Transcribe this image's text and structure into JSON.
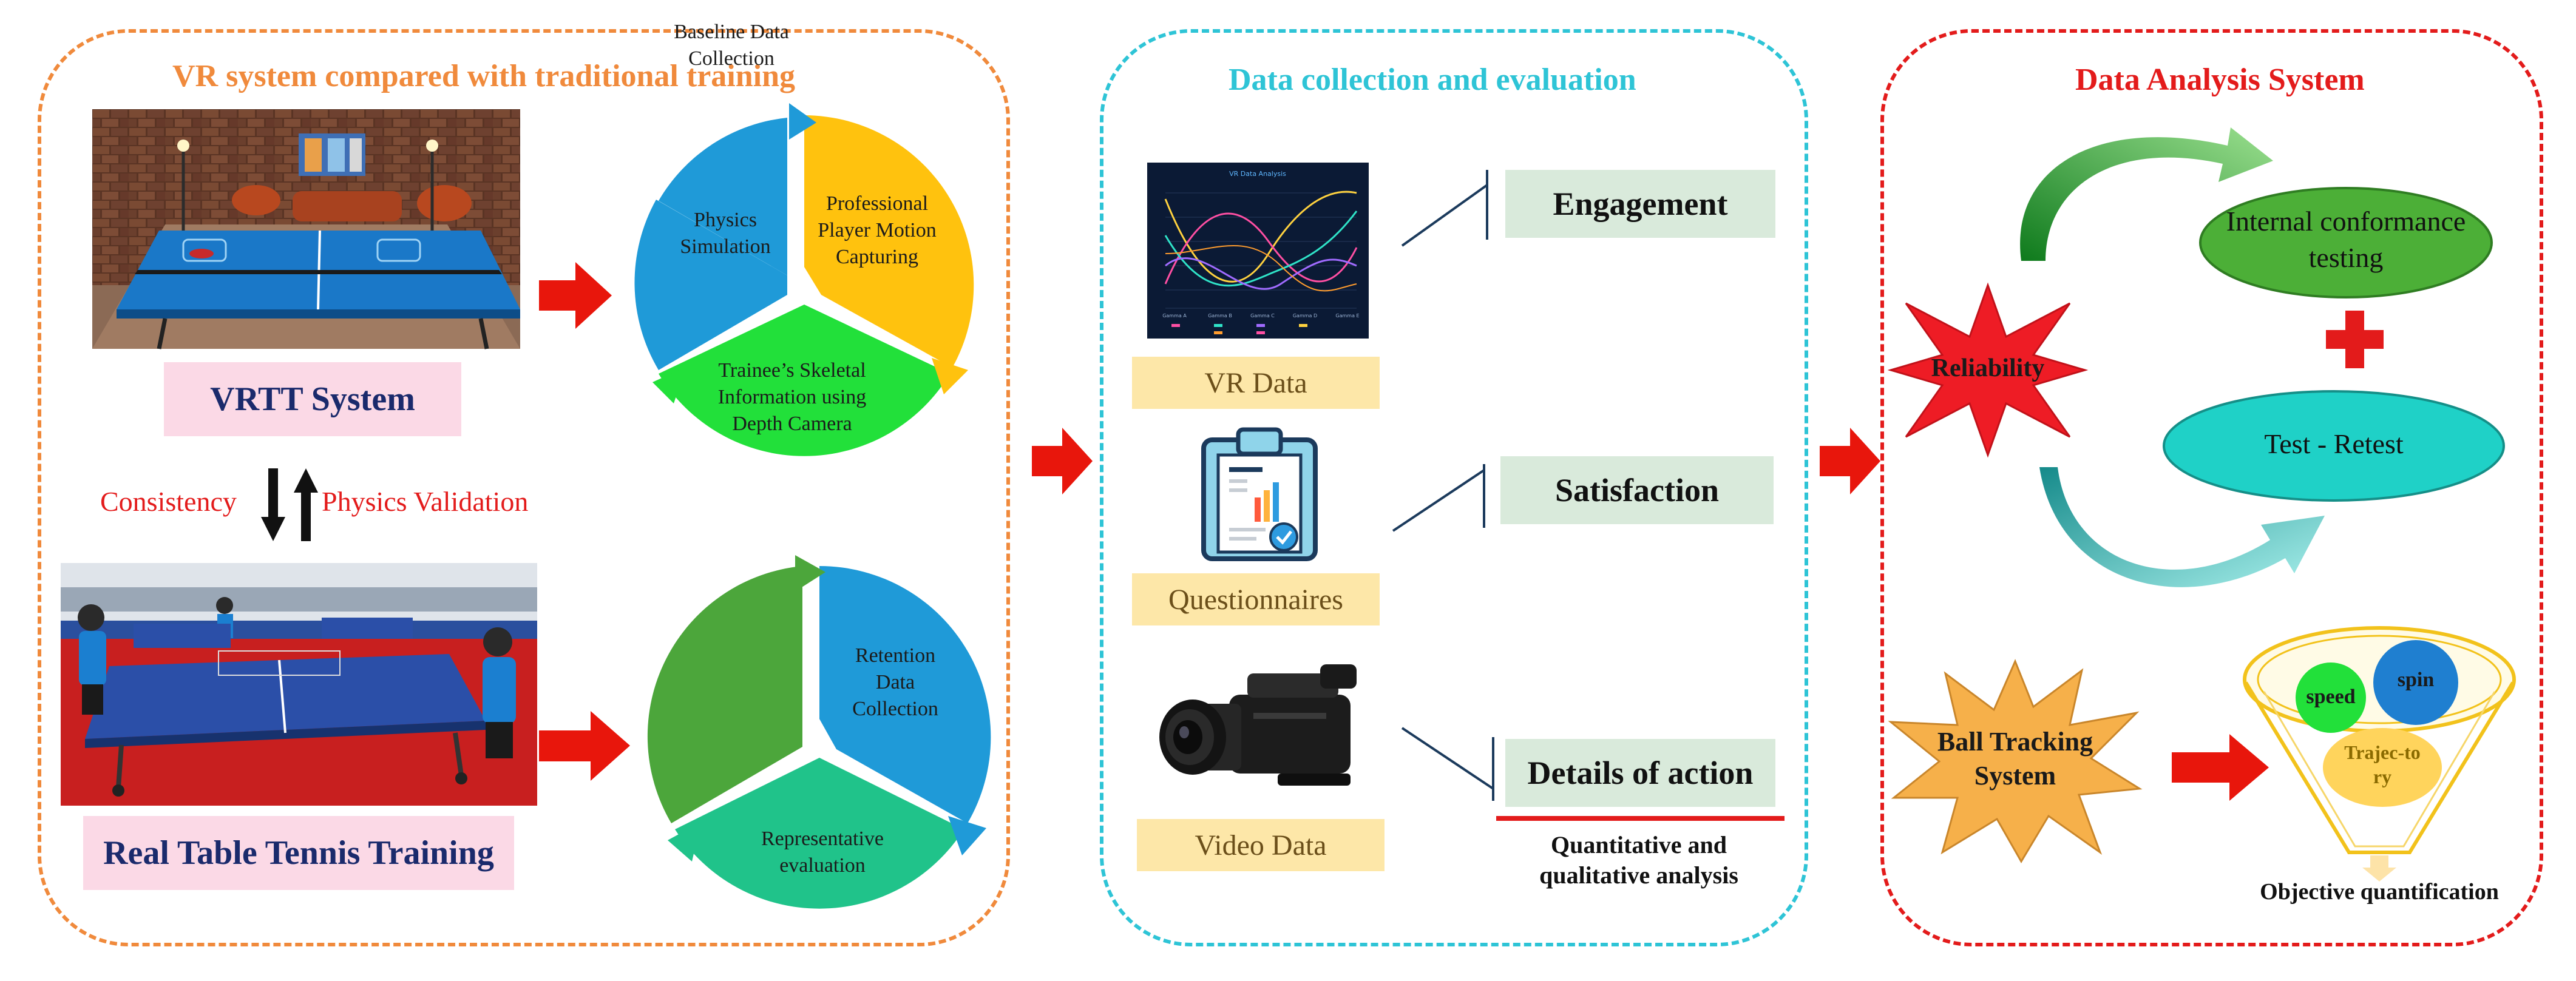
{
  "panels": {
    "left": {
      "title": "VR system compared with traditional training",
      "color": "#f08a3c"
    },
    "middle": {
      "title": "Data collection and evaluation",
      "color": "#2ec4d6"
    },
    "right": {
      "title": "Data Analysis System",
      "color": "#e31b1b"
    }
  },
  "left": {
    "vrtt_label": "VRTT System",
    "real_label": "Real Table Tennis Training",
    "consistency": "Consistency",
    "physics_validation": "Physics Validation",
    "vr_cycle": {
      "physics": "Physics Simulation",
      "professional": "Professional Player Motion Capturing",
      "trainee": "Trainee’s Skeletal Information using Depth Camera"
    },
    "real_cycle": {
      "baseline": "Baseline Data Collection",
      "retention": "Retention Data Collection",
      "representative": "Representative evaluation"
    }
  },
  "middle": {
    "vr_data": "VR Data",
    "questionnaires": "Questionnaires",
    "video_data": "Video Data",
    "engagement": "Engagement",
    "satisfaction": "Satisfaction",
    "details": "Details of action",
    "quant": "Quantitative and qualitative analysis",
    "mini_chart_title": "VR Data Analysis",
    "mini_chart_categories": [
      "Gamma A",
      "Gamma B",
      "Gamma C",
      "Gamma D",
      "Gamma E"
    ]
  },
  "right": {
    "reliability": "Reliability",
    "internal": "Internal conformance testing",
    "retest": "Test - Retest",
    "ball_tracking": "Ball Tracking System",
    "speed": "speed",
    "spin": "spin",
    "trajectory": "Trajec-tory",
    "objective": "Objective quantification"
  },
  "colors": {
    "arrow_red": "#e8160c",
    "seg_blue": "#1f9ad8",
    "seg_yellow": "#ffc20e",
    "seg_green": "#22e03a",
    "seg_darkgreen": "#4ca63b",
    "seg_teal": "#20c38a",
    "ellipse_green": "#4caf37",
    "ellipse_teal": "#1fd1c7",
    "star_red": "#ee1c25",
    "burst_orange": "#f6b04a"
  }
}
